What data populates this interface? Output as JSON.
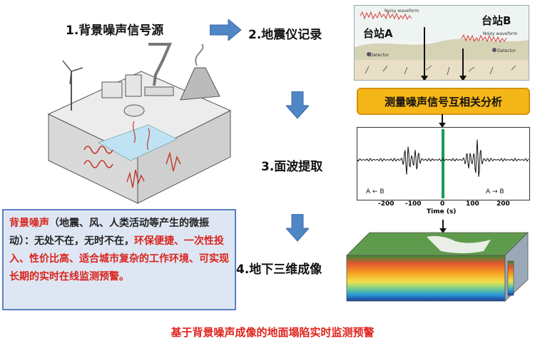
{
  "steps": {
    "s1": "1.背景噪声信号源",
    "s2": "2.地震仪记录",
    "s3": "3.面波提取",
    "s4": "4.地下三维成像"
  },
  "station_panel": {
    "station_a": "台站A",
    "station_b": "台站B",
    "waveform_label": "Noisy waveform",
    "detector_label": "Detector"
  },
  "xcorr_box": "测量噪声信号互相关分析",
  "waveform_chart": {
    "left_arrow": "A ← B",
    "right_arrow": "A → B",
    "ticks": [
      "-200",
      "-100",
      "0",
      "100",
      "200"
    ],
    "xlabel": "Time (s)"
  },
  "description": {
    "lead": "背景噪声",
    "part1": "（地震、风、人类活动等产生的微振动）：无处不在，无时不在，",
    "part2": "环保便捷、一次性投入、性价比高、适合城市复杂的工作环境、可实现长期的实时在线监测预警。"
  },
  "footer": "基于背景噪声成像的地面塌陷实时监测预警",
  "colors": {
    "arrow": "#4f86c6",
    "box_fill": "#f5b617",
    "accent_red": "#d8241d"
  }
}
